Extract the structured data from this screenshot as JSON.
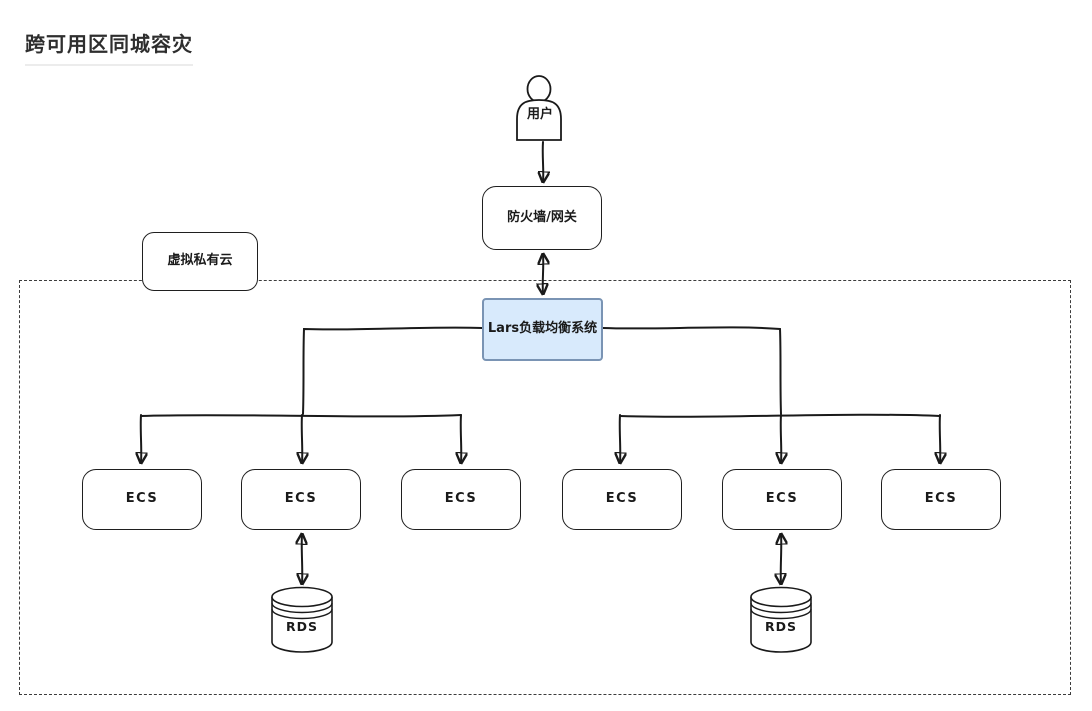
{
  "title": "跨可用区同城容灾",
  "colors": {
    "stroke": "#1a1a1a",
    "load_balancer_fill": "#d8eafc",
    "load_balancer_border": "#7a94b4",
    "vpc_border_dash": "#3c3c3c"
  },
  "nodes": {
    "user": {
      "label": "用户"
    },
    "firewall": {
      "label": "防火墙/网关"
    },
    "vpc": {
      "label": "虚拟私有云"
    },
    "load_balancer": {
      "label": "Lars负载均衡系统"
    },
    "zone_a": {
      "ecs": [
        "ECS",
        "ECS",
        "ECS"
      ],
      "rds": {
        "label": "RDS"
      }
    },
    "zone_b": {
      "ecs": [
        "ECS",
        "ECS",
        "ECS"
      ],
      "rds": {
        "label": "RDS"
      }
    }
  },
  "edges": [
    {
      "from": "user",
      "to": "firewall",
      "direction": "one-way"
    },
    {
      "from": "firewall",
      "to": "load_balancer",
      "direction": "two-way"
    },
    {
      "from": "load_balancer",
      "to": "zone_a.ecs.0",
      "direction": "one-way"
    },
    {
      "from": "load_balancer",
      "to": "zone_a.ecs.1",
      "direction": "one-way"
    },
    {
      "from": "load_balancer",
      "to": "zone_a.ecs.2",
      "direction": "one-way"
    },
    {
      "from": "load_balancer",
      "to": "zone_b.ecs.0",
      "direction": "one-way"
    },
    {
      "from": "load_balancer",
      "to": "zone_b.ecs.1",
      "direction": "one-way"
    },
    {
      "from": "load_balancer",
      "to": "zone_b.ecs.2",
      "direction": "one-way"
    },
    {
      "from": "zone_a.ecs.1",
      "to": "zone_a.rds",
      "direction": "two-way"
    },
    {
      "from": "zone_b.ecs.1",
      "to": "zone_b.rds",
      "direction": "two-way"
    }
  ]
}
